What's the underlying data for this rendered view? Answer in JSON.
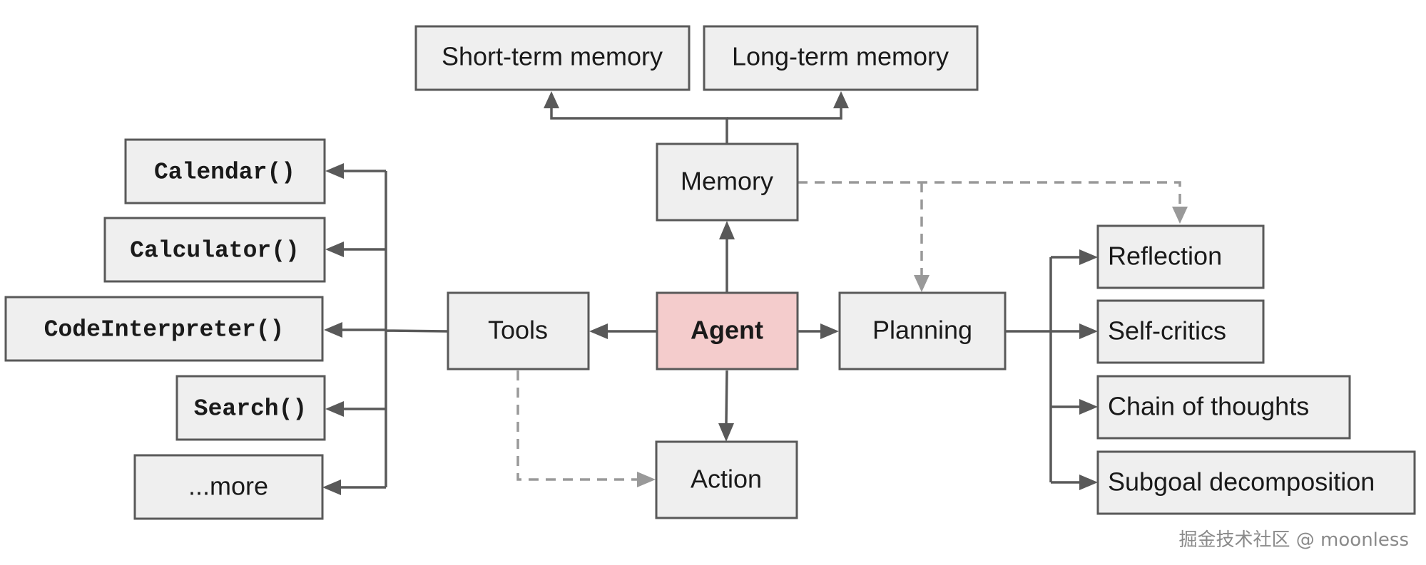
{
  "nodes": {
    "short_term_memory": "Short-term memory",
    "long_term_memory": "Long-term memory",
    "memory": "Memory",
    "calendar": "Calendar()",
    "calculator": "Calculator()",
    "code_interpreter": "CodeInterpreter()",
    "search": "Search()",
    "more": "...more",
    "tools": "Tools",
    "agent": "Agent",
    "planning": "Planning",
    "action": "Action",
    "reflection": "Reflection",
    "self_critics": "Self-critics",
    "chain_of_thoughts": "Chain of thoughts",
    "subgoal_decomposition": "Subgoal decomposition"
  },
  "watermark": "掘金技术社区 @ moonless",
  "colors": {
    "box_fill": "#efefef",
    "agent_fill": "#f4cccc",
    "box_stroke": "#595959",
    "dashed_line": "#999999"
  }
}
